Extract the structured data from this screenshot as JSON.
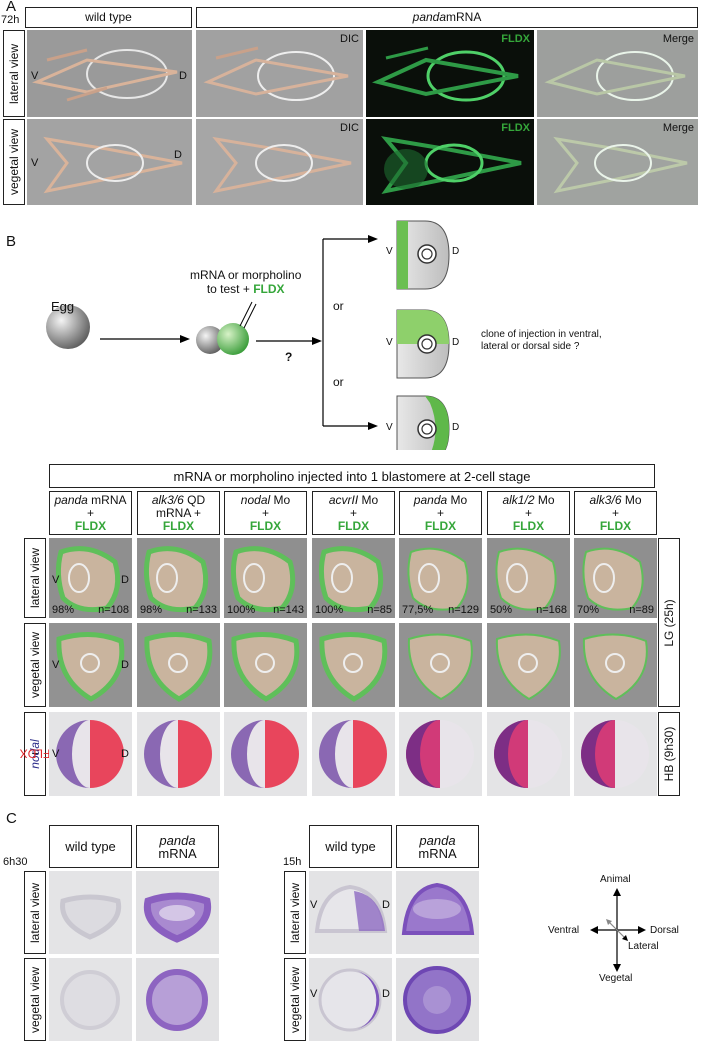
{
  "colors": {
    "green": "#35a63a",
    "red": "#e3262a",
    "navy": "#2c2c8a",
    "purple": "#6a3d9a"
  },
  "panelA": {
    "letter": "A",
    "time": "72h",
    "col_wild": "wild type",
    "col_panda_it": "panda",
    "col_panda_rest": " mRNA",
    "row_lateral": "lateral view",
    "row_vegetal": "vegetal view",
    "dic": "DIC",
    "fldx": "FLDX",
    "merge": "Merge",
    "v": "V",
    "d": "D"
  },
  "panelB": {
    "letter": "B",
    "egg": "Egg",
    "inject_line1": "mRNA or morpholino",
    "inject_line2": "to test + ",
    "inject_fldx": "FLDX",
    "question": "?",
    "or1": "or",
    "or2": "or",
    "v": "V",
    "d": "D",
    "clone_q_line1": "clone of injection in ventral,",
    "clone_q_line2": "lateral or dorsal side ?",
    "header": "mRNA or morpholino injected into 1 blastomere at 2-cell stage",
    "plus": "+",
    "fldx": "FLDX",
    "columns": [
      {
        "it": "panda",
        "rest": " mRNA",
        "pct": "98%",
        "n": "n=108"
      },
      {
        "it": "alk3/6",
        "rest": " QD",
        "rest2": "mRNA  +",
        "pct": "98%",
        "n": "n=133"
      },
      {
        "it": "nodal",
        "rest": " Mo",
        "pct": "100%",
        "n": "n=143"
      },
      {
        "it": "acvrII",
        "rest": " Mo",
        "pct": "100%",
        "n": "n=85"
      },
      {
        "it": "panda",
        "rest": " Mo",
        "pct": "77,5%",
        "n": "n=129"
      },
      {
        "it": "alk1/2",
        "rest": " Mo",
        "pct": "50%",
        "n": "n=168"
      },
      {
        "it": "alk3/6",
        "rest": " Mo",
        "pct": "70%",
        "n": "n=89"
      }
    ],
    "row_lateral": "lateral view",
    "row_vegetal": "vegetal view",
    "row_nodal_it": "nodal",
    "row_nodal_fldx": "FLDX",
    "stage_lg": "LG (25h)",
    "stage_hb": "HB (9h30)"
  },
  "panelC": {
    "letter": "C",
    "time1": "6h30",
    "time2": "15h",
    "wild": "wild type",
    "panda_it": "panda",
    "panda_rest": "mRNA",
    "row_lateral": "lateral view",
    "row_vegetal": "vegetal view",
    "v": "V",
    "d": "D",
    "axis_animal": "Animal",
    "axis_vegetal": "Vegetal",
    "axis_ventral": "Ventral",
    "axis_dorsal": "Dorsal",
    "axis_lateral": "Lateral"
  }
}
